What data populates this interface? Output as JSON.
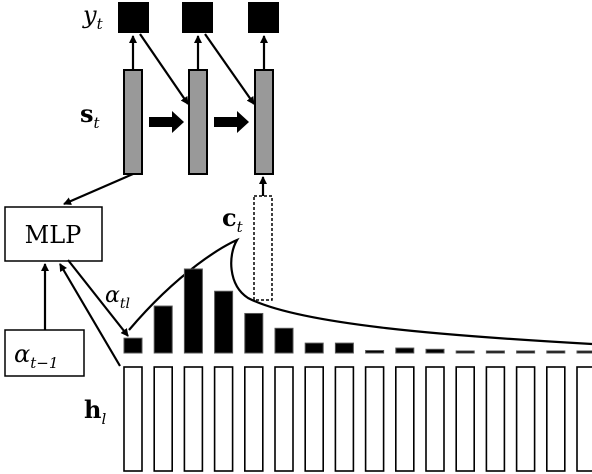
{
  "labels": {
    "y": "y",
    "y_sub": "t",
    "s": "s",
    "s_sub": "t",
    "c": "c",
    "c_sub": "t",
    "alpha_tl": "α",
    "alpha_tl_sub": "tl",
    "h": "h",
    "h_sub": "l",
    "mlp": "MLP",
    "alpha_prev": "α",
    "alpha_prev_sub": "t−1"
  },
  "chart_data": {
    "type": "bar",
    "attention_weights": [
      0.06,
      0.19,
      0.34,
      0.25,
      0.16,
      0.1,
      0.04,
      0.04,
      0.01,
      0.02,
      0.015,
      0.006,
      0.006,
      0.006,
      0.006,
      0.006
    ],
    "encoder_state_count": 16,
    "decoder_step_count": 3
  },
  "colors": {
    "stroke": "#000000",
    "decoder_state_fill": "#999999",
    "output_fill": "#000000",
    "attention_bar_fill": "#000000",
    "encoder_state_fill": "#ffffff"
  }
}
